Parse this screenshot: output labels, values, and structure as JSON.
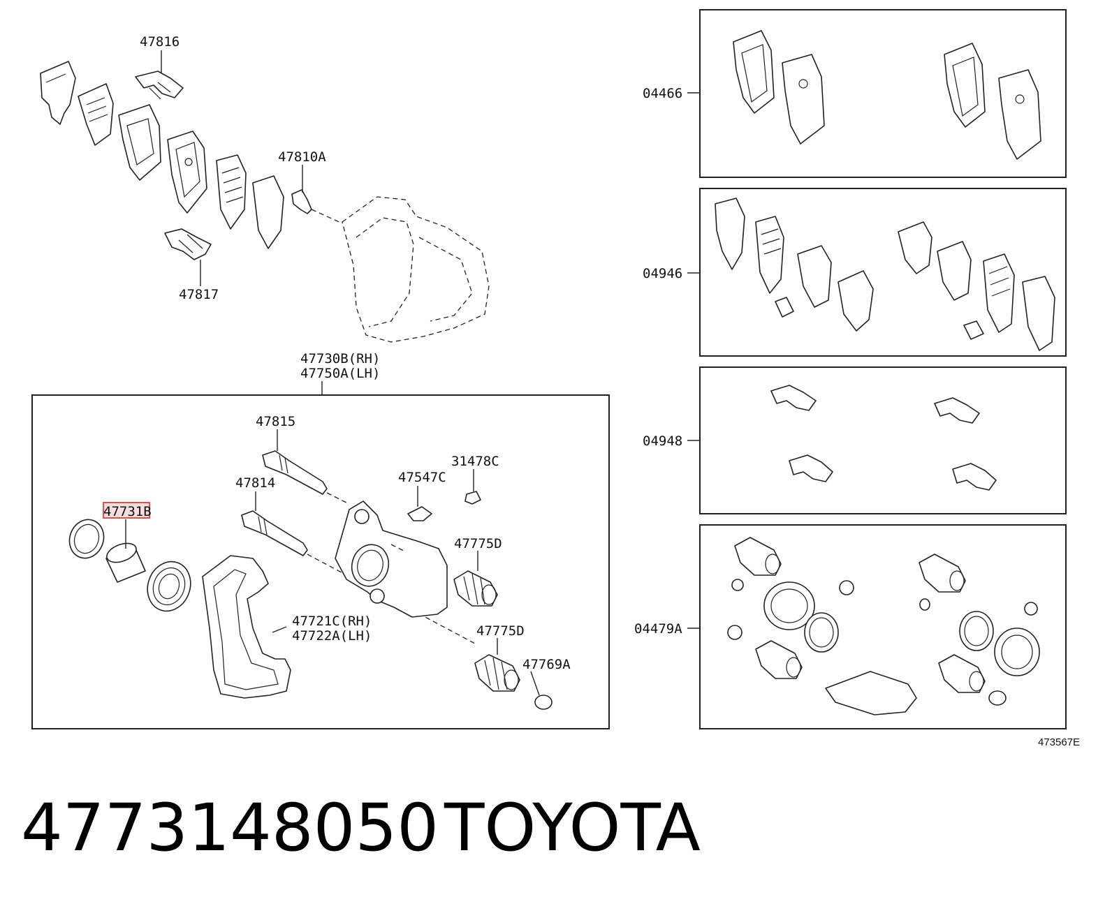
{
  "diagram": {
    "labels": {
      "p47816": "47816",
      "p47810a": "47810A",
      "p47817": "47817",
      "p47730b": "47730B(RH)",
      "p47750a": "47750A(LH)",
      "p47815": "47815",
      "p47814": "47814",
      "p31478c": "31478C",
      "p47547c": "47547C",
      "p47731b": "47731B",
      "p47775d_1": "47775D",
      "p47721c": "47721C(RH)",
      "p47722a": "47722A(LH)",
      "p47775d_2": "47775D",
      "p47769a": "47769A",
      "k04466": "04466",
      "k04946": "04946",
      "k04948": "04948",
      "k04479a": "04479A",
      "ref": "473567E"
    },
    "highlight": {
      "part": "47731B",
      "color": "#d9534f"
    }
  },
  "footer": {
    "part_number": "4773148050",
    "brand": "TOYOTA"
  }
}
